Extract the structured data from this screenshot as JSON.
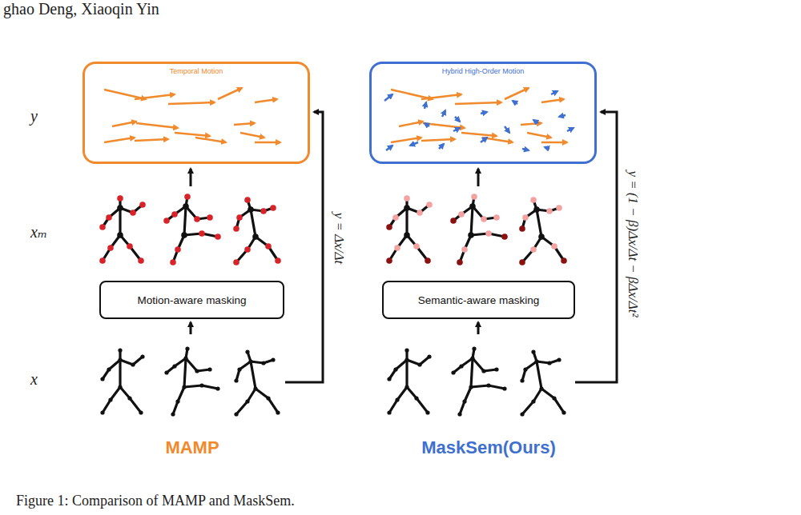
{
  "diagram": {
    "caption": "Figure 1: Comparison of MAMP and MaskSem.",
    "nodes": [
      {
        "text": [
          "Temporal Motion"
        ]
      },
      {
        "text": [
          "Hybrid High-Order Motion"
        ]
      },
      {
        "text": [
          "Motion-aware masking"
        ]
      },
      {
        "text": [
          "Semantic-aware masking"
        ]
      }
    ],
    "labels": [
      "ghao Deng, Xiaoqin Yin",
      "y",
      "xₘ",
      "x",
      "y = Δx/Δt",
      "y = (1 − β)Δx/Δt − βΔx/Δt²",
      "MAMP",
      "MaskSem(Ours)"
    ]
  }
}
